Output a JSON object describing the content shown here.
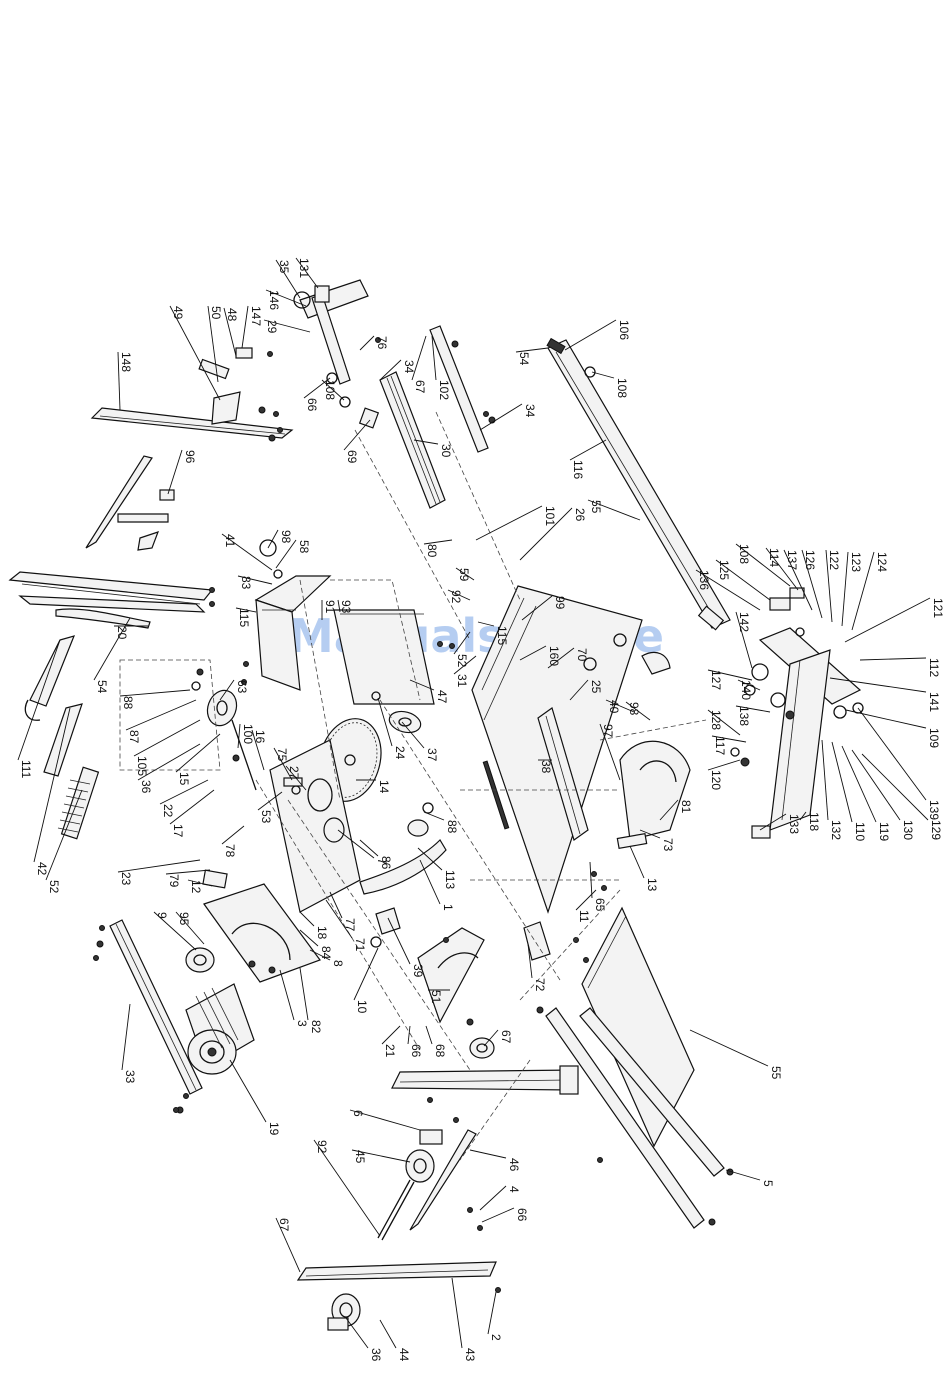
{
  "watermark": "ManualsLib.de",
  "labels": [
    "106",
    "54",
    "108",
    "116",
    "55",
    "108",
    "114",
    "137",
    "126",
    "122",
    "123",
    "124",
    "125",
    "136",
    "121",
    "142",
    "112",
    "141",
    "127",
    "140",
    "138",
    "109",
    "128",
    "117",
    "139",
    "120",
    "132",
    "110",
    "119",
    "130",
    "129",
    "133",
    "118",
    "131",
    "35",
    "146",
    "29",
    "147",
    "48",
    "50",
    "49",
    "76",
    "34",
    "102",
    "67",
    "66",
    "108",
    "34",
    "69",
    "30",
    "148",
    "96",
    "101",
    "26",
    "80",
    "59",
    "92",
    "98",
    "58",
    "41",
    "83",
    "91",
    "93",
    "99",
    "115",
    "160",
    "52",
    "31",
    "70",
    "40",
    "98",
    "115",
    "20",
    "54",
    "47",
    "25",
    "38",
    "97",
    "111",
    "42",
    "52",
    "63",
    "88",
    "87",
    "100",
    "105",
    "15",
    "36",
    "37",
    "24",
    "22",
    "17",
    "16",
    "75",
    "27",
    "81",
    "73",
    "13",
    "14",
    "7",
    "23",
    "79",
    "78",
    "53",
    "88",
    "86",
    "113",
    "11",
    "65",
    "1",
    "12",
    "77",
    "71",
    "18",
    "84",
    "8",
    "9",
    "95",
    "39",
    "10",
    "72",
    "51",
    "21",
    "66",
    "68",
    "67",
    "33",
    "3",
    "82",
    "19",
    "55",
    "5",
    "6",
    "45",
    "92",
    "46",
    "4",
    "66",
    "67",
    "44",
    "36",
    "43",
    "2",
    "69"
  ]
}
